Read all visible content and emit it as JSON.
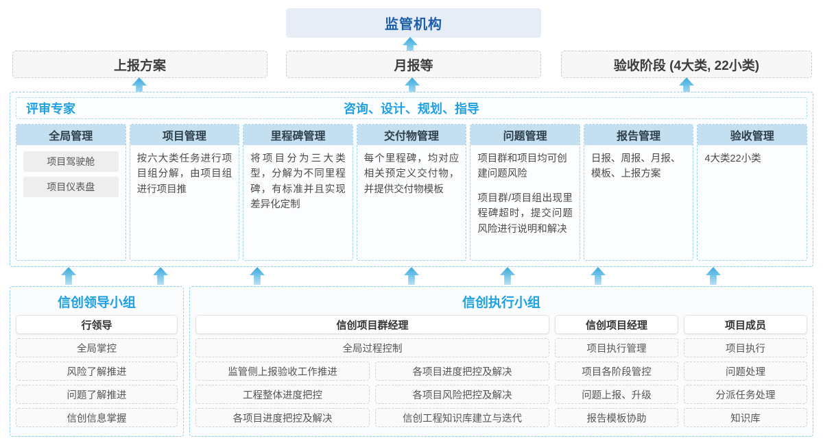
{
  "top": {
    "regulator": "监管机构",
    "report_boxes": [
      "上报方案",
      "月报等",
      "验收阶段 (4大类, 22小类)"
    ]
  },
  "middle": {
    "left_title": "评审专家",
    "center_title": "咨询、设计、规划、指导",
    "cards": [
      {
        "title": "全局管理",
        "pills": [
          "项目驾驶舱",
          "项目仪表盘"
        ],
        "paragraphs": []
      },
      {
        "title": "项目管理",
        "pills": [],
        "paragraphs": [
          "按六大类任务进行项目组分解，由项目组进行项目推"
        ]
      },
      {
        "title": "里程碑管理",
        "pills": [],
        "paragraphs": [
          "将项目分为三大类型，分解为不同里程碑，有标准并且实现差异化定制"
        ]
      },
      {
        "title": "交付物管理",
        "pills": [],
        "paragraphs": [
          "每个里程碑，均对应相关预定义交付物，并提供交付物模板"
        ]
      },
      {
        "title": "问题管理",
        "pills": [],
        "paragraphs": [
          "项目群和项目均可创建问题风险",
          "项目群/项目组出现里程碑超时，提交问题风险进行说明和解决"
        ]
      },
      {
        "title": "报告管理",
        "pills": [],
        "paragraphs": [
          "日报、周报、月报、模板、上报方案"
        ]
      },
      {
        "title": "验收管理",
        "pills": [],
        "paragraphs": [
          "4大类22小类"
        ]
      }
    ]
  },
  "bottom": {
    "leading_group": {
      "title": "信创领导小组",
      "role": "行领导",
      "tasks": [
        "全局掌控",
        "风险了解推进",
        "问题了解推进",
        "信创信息掌握"
      ]
    },
    "exec_group": {
      "title": "信创执行小组",
      "program_manager": {
        "role": "信创项目群经理",
        "full_width_task": "全局过程控制",
        "left_tasks": [
          "监管侧上报验收工作推进",
          "工程整体进度把控",
          "各项目进度把控及解决"
        ],
        "right_tasks": [
          "各项目进度把控及解决",
          "各项目风险把控及解决",
          "信创工程知识库建立与迭代"
        ]
      },
      "project_manager": {
        "role": "信创项目经理",
        "tasks": [
          "项目执行管理",
          "项目各阶段管控",
          "问题上报、升级",
          "报告模板协助"
        ]
      },
      "project_member": {
        "role": "项目成员",
        "tasks": [
          "项目执行",
          "问题处理",
          "分派任务处理",
          "知识库"
        ]
      }
    }
  },
  "arrows": {
    "to_regulator_x": [
      596
    ],
    "report_to_mid_x": [
      200,
      598,
      998
    ],
    "bottom_to_mid_x": [
      100,
      234,
      375,
      600,
      740,
      872,
      1040
    ]
  },
  "colors": {
    "accent_blue": "#1ea0e3",
    "regulator_bg": "#e6edf7",
    "regulator_text": "#1b5faa",
    "card_header_bg": "#c4dff0",
    "dashed_blue": "#8fcdee",
    "dashed_grey": "#c9c9c9"
  }
}
